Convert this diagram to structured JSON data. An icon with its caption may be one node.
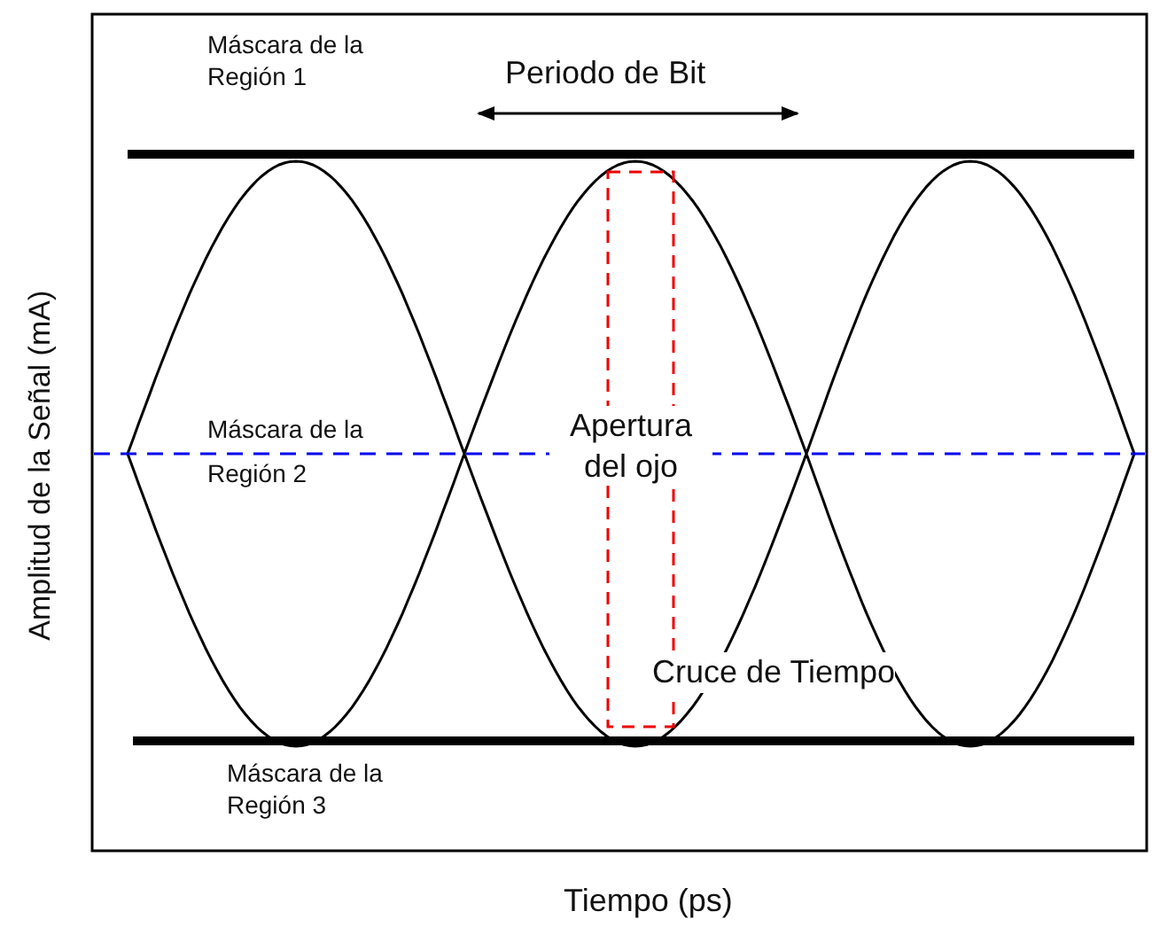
{
  "diagram": {
    "labels": [
      "Máscara de la Región 1",
      "Periodo de Bit",
      "Máscara de la Región 2",
      "Apertura del ojo",
      "Cruce de Tiempo",
      "Máscara de la Región 3",
      "Tiempo (ps)",
      "Amplitud de la Señal (mA)"
    ]
  }
}
